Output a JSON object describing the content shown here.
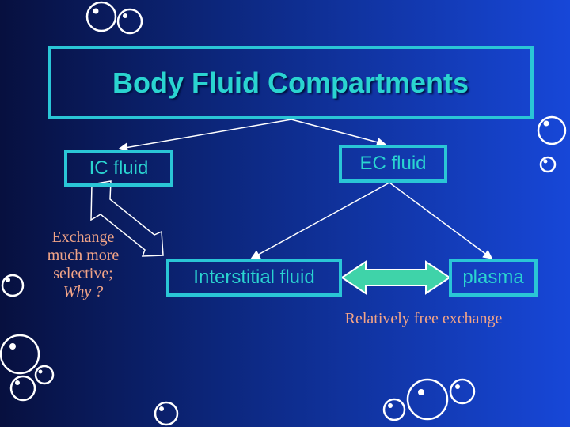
{
  "title": "Body Fluid Compartments",
  "nodes": {
    "ic": "IC fluid",
    "ec": "EC fluid",
    "interstitial": "Interstitial fluid",
    "plasma": "plasma"
  },
  "notes": {
    "ic_line1": "Exchange",
    "ic_line2": "much more",
    "ic_line3": "selective;",
    "ic_line4": "Why ?",
    "free_exchange": "Relatively free exchange"
  },
  "colors": {
    "box_border": "#2ac6d6",
    "text_cyan": "#2ad4d0",
    "note_salmon": "#f2a487",
    "arrow_fill": "#3fd3a9",
    "bubble_stroke": "#ffffff"
  }
}
